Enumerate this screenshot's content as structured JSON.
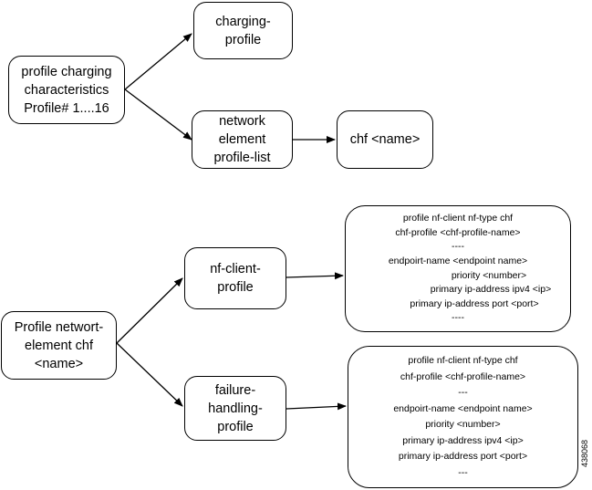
{
  "nodes": {
    "profile_charging": {
      "lines": [
        "profile charging",
        "characteristics",
        "Profile# 1....16"
      ]
    },
    "charging_profile": {
      "lines": [
        "charging-",
        "profile"
      ]
    },
    "network_element_profile_list": {
      "lines": [
        "network",
        "element",
        "profile-list"
      ]
    },
    "chf_name": {
      "lines": [
        "chf <name>"
      ]
    },
    "profile_network_element_chf": {
      "lines": [
        "Profile networt-",
        "element chf",
        "<name>"
      ]
    },
    "nf_client_profile": {
      "lines": [
        "nf-client-",
        "profile"
      ]
    },
    "failure_handling_profile": {
      "lines": [
        "failure-",
        "handling-",
        "profile"
      ]
    },
    "nf_client_config": {
      "lines": [
        "profile nf-client nf-type chf",
        "chf-profile <chf-profile-name>",
        "----",
        "endpoirt-name <endpoint name>",
        "priority <number>",
        "primary ip-address ipv4 <ip>",
        "primary ip-address port <port>",
        "----"
      ]
    },
    "failure_handling_config": {
      "lines": [
        "profile nf-client nf-type chf",
        "chf-profile <chf-profile-name>",
        "---",
        "endpoirt-name <endpoint name>",
        "priority <number>",
        "primary ip-address ipv4 <ip>",
        "primary ip-address port <port>",
        "---"
      ]
    }
  },
  "figure_id": "438068"
}
